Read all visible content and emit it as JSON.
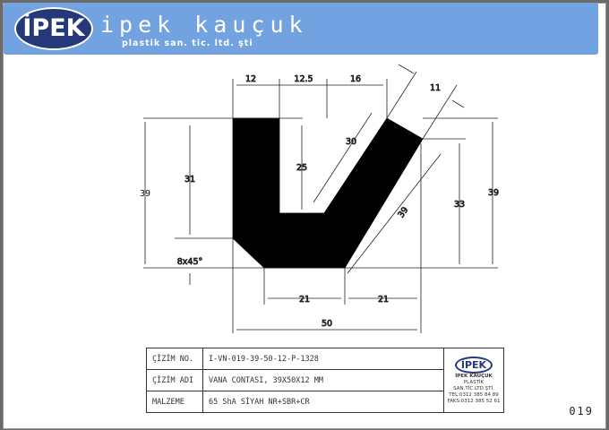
{
  "header": {
    "logo": "İPEK",
    "brand": "ipek kauçuk",
    "subtitle": "plastik san. tic. ltd. şti"
  },
  "dimensions": {
    "top_a": "12",
    "top_b": "12.5",
    "top_c": "16",
    "angle_width": "11",
    "left_outer": "39",
    "left_inner": "31",
    "slot_depth": "25",
    "inner_diag": "30",
    "outer_diag": "39",
    "right_inner": "33",
    "right_outer": "39",
    "chamfer": "8x45°",
    "bottom_a": "21",
    "bottom_b": "21",
    "overall_width": "50"
  },
  "title_block": {
    "rows": [
      {
        "label": "ÇİZİM NO.",
        "value": "I-VN-019-39-50-12-P-1328"
      },
      {
        "label": "ÇİZİM ADI",
        "value": "VANA CONTASI, 39X50X12 MM"
      },
      {
        "label": "MALZEME",
        "value": "65 ShA SİYAH NR+SBR+CR"
      }
    ],
    "company": {
      "logo": "İPEK",
      "name": "İPEK KAUÇUK",
      "line2": "PLASTİK",
      "line3": "SAN.TİC.LTD.ŞTİ.",
      "tel": "TEL:0312 385 84 89",
      "fax": "FAKS:0312 385 52 61"
    }
  },
  "page_number": "019"
}
